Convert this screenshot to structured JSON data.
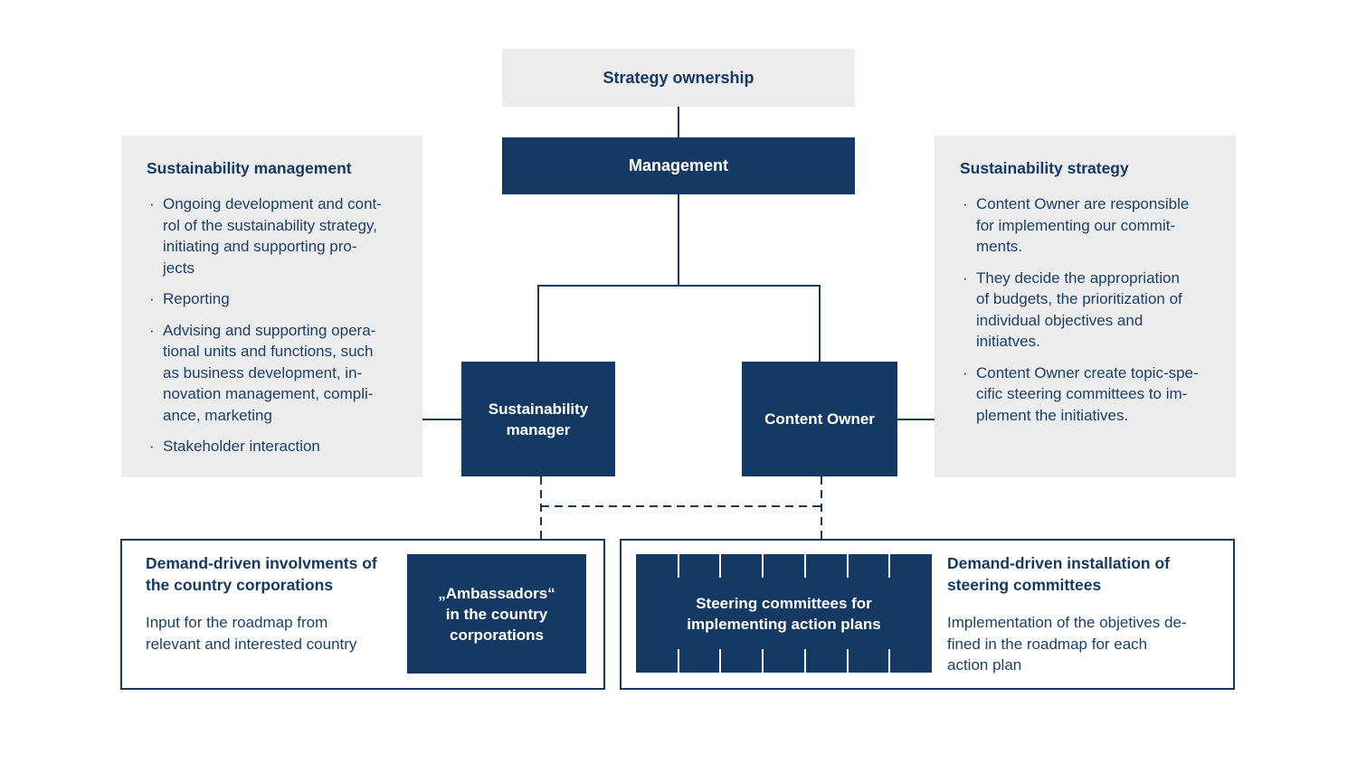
{
  "colors": {
    "navy": "#143A63",
    "text_navy": "#1D4066",
    "panel_gray": "#ECECEC",
    "white": "#FFFFFF"
  },
  "top": {
    "strategy_ownership_label": "Strategy ownership",
    "management_label": "Management"
  },
  "middle": {
    "sustainability_manager_label": "Sustainability\nmanager",
    "content_owner_label": "Content Owner"
  },
  "left_panel": {
    "title": "Sustainability management",
    "bullets": [
      "Ongoing development and cont-\nrol of the sustainability strategy,\ninitiating and supporting pro-\njects",
      "Reporting",
      "Advising and supporting opera-\ntional units and functions, such\nas business development, in-\nnovation management, compli-\nance, marketing",
      "Stakeholder interaction"
    ],
    "bullet_glyph": "·"
  },
  "right_panel": {
    "title": "Sustainability strategy",
    "bullets": [
      "Content Owner are responsible\nfor implementing our commit-\nments.",
      "They decide the appropriation\nof budgets, the prioritization of\nindividual objectives and\ninitiatves.",
      "Content Owner create topic-spe-\ncific steering committees to im-\nplement the initiatives."
    ],
    "bullet_glyph": "·"
  },
  "bottom_left": {
    "title": "Demand-driven involvments of\nthe country corporations",
    "body": "Input for the roadmap from\nrelevant and interested country",
    "box_label": "„Ambassadors“\nin the country\ncorporations"
  },
  "bottom_right": {
    "title": "Demand-driven installation of\nsteering committees",
    "body": "Implementation of the objetives de-\nfined in the roadmap for each\naction plan",
    "box_label": "Steering committees for\nimplementing action plans",
    "segment_dividers": 6
  }
}
